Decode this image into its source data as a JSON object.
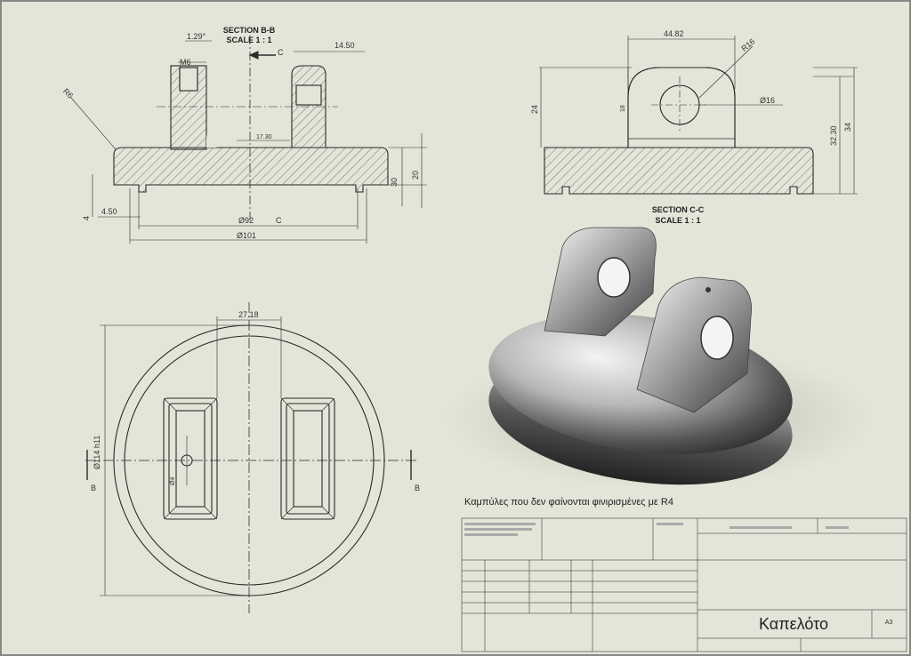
{
  "section_bb": {
    "title": "SECTION B-B",
    "scale": "SCALE 1 : 1",
    "dims": {
      "angle": "1.29°",
      "thread": "M6",
      "width": "14.50",
      "inner": "17.30",
      "radius": "R6",
      "h30": "30",
      "h20": "20",
      "h4": "4",
      "offset": "4.50",
      "d92": "Ø92",
      "d101": "Ø101",
      "cut_label": "C"
    }
  },
  "section_cc": {
    "title": "SECTION C-C",
    "scale": "SCALE 1 : 1",
    "dims": {
      "width": "44.82",
      "radius": "R16",
      "hole": "Ø16",
      "h24": "24",
      "h18": "18",
      "h3230": "32.30",
      "h34": "34"
    }
  },
  "top_view": {
    "dims": {
      "slot_gap": "27.18",
      "diameter": "Ø114 h11",
      "small_hole": "Ø4",
      "cut_label": "B"
    }
  },
  "note": "Καμπύλες που δεν φαίνονται φινιρισμένες με R4",
  "title_block": {
    "part_name": "Καπελότο",
    "sheet_size": "A3"
  },
  "colors": {
    "background": "#e4e4d8",
    "line": "#2a2a2a",
    "hatch": "#555555"
  }
}
